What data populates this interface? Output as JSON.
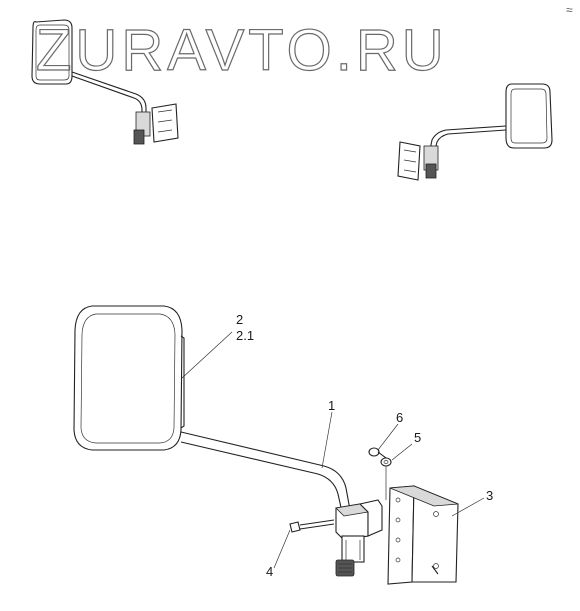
{
  "watermark": {
    "text": "ZURAVTO.RU"
  },
  "corner_mark": "≈",
  "callouts": [
    {
      "id": "c2",
      "text": "2"
    },
    {
      "id": "c21",
      "text": "2.1"
    },
    {
      "id": "c1",
      "text": "1"
    },
    {
      "id": "c6",
      "text": "6"
    },
    {
      "id": "c5",
      "text": "5"
    },
    {
      "id": "c3",
      "text": "3"
    },
    {
      "id": "c4",
      "text": "4"
    }
  ]
}
